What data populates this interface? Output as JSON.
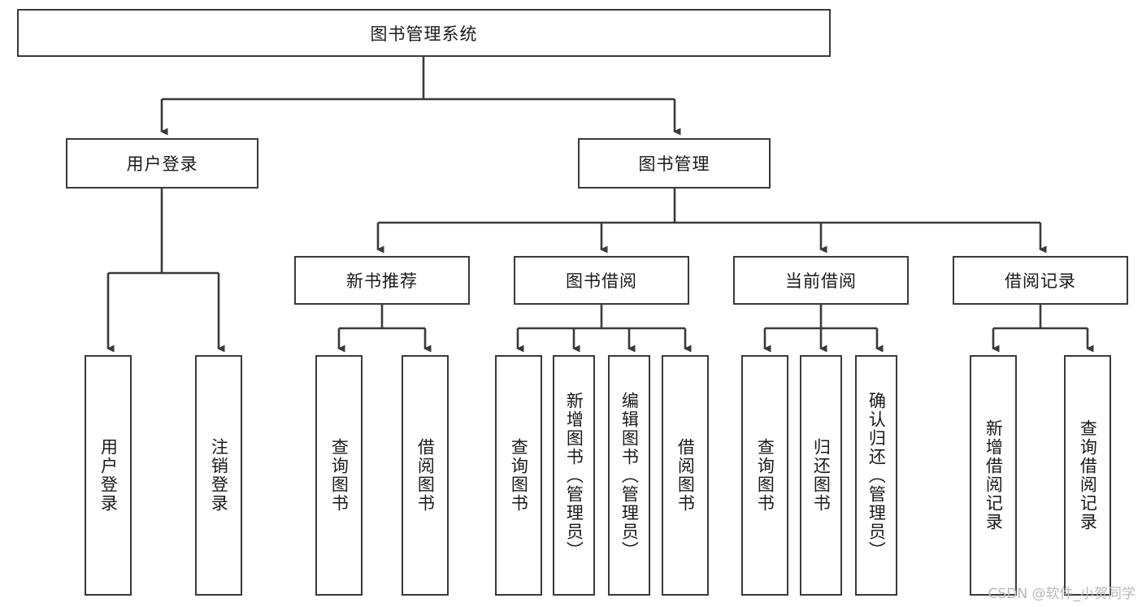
{
  "diagram": {
    "title": "图书管理系统",
    "type": "tree-hierarchy-chart",
    "root": {
      "label": "图书管理系统"
    },
    "level2": [
      {
        "label": "用户登录"
      },
      {
        "label": "图书管理"
      }
    ],
    "level3": [
      {
        "label": "新书推荐"
      },
      {
        "label": "图书借阅"
      },
      {
        "label": "当前借阅"
      },
      {
        "label": "借阅记录"
      }
    ],
    "leaves": [
      {
        "label": "用户登录"
      },
      {
        "label": "注销登录"
      },
      {
        "label": "查询图书"
      },
      {
        "label": "借阅图书"
      },
      {
        "label": "查询图书"
      },
      {
        "label": "新增图书（管理员）"
      },
      {
        "label": "编辑图书（管理员）"
      },
      {
        "label": "借阅图书"
      },
      {
        "label": "查询图书"
      },
      {
        "label": "归还图书"
      },
      {
        "label": "确认归还（管理员）"
      },
      {
        "label": "新增借阅记录"
      },
      {
        "label": "查询借阅记录"
      }
    ]
  },
  "watermark": {
    "text": "CSDN @软件_小贺同学"
  },
  "colors": {
    "stroke": "#3a3a3a",
    "text": "#1a1a1a",
    "background": "#ffffff",
    "watermark": "#b9b9b9"
  }
}
